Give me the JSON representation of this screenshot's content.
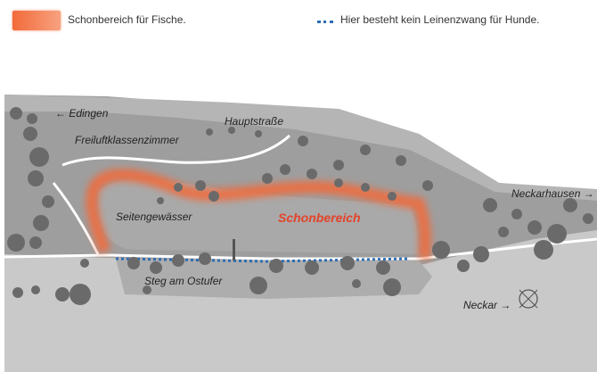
{
  "legend": {
    "protected_area_label": "Schonbereich für Fische.",
    "no_leash_label": "Hier besteht kein Leinenzwang für Hunde.",
    "protected_color": "#f26a3a",
    "no_leash_color": "#2f6db3"
  },
  "labels": {
    "edingen": "← Edingen",
    "hauptstrasse": "Hauptstraße",
    "freiluftklassenzimmer": "Freiluftklassenzimmer",
    "seitengewaesser": "Seitengewässer",
    "schonbereich": "Schonbereich",
    "neckarhausen": "Neckarhausen →",
    "steg": "Steg am Ostufer",
    "neckar": "Neckar →"
  },
  "icons": {
    "compass": "compass-icon"
  }
}
